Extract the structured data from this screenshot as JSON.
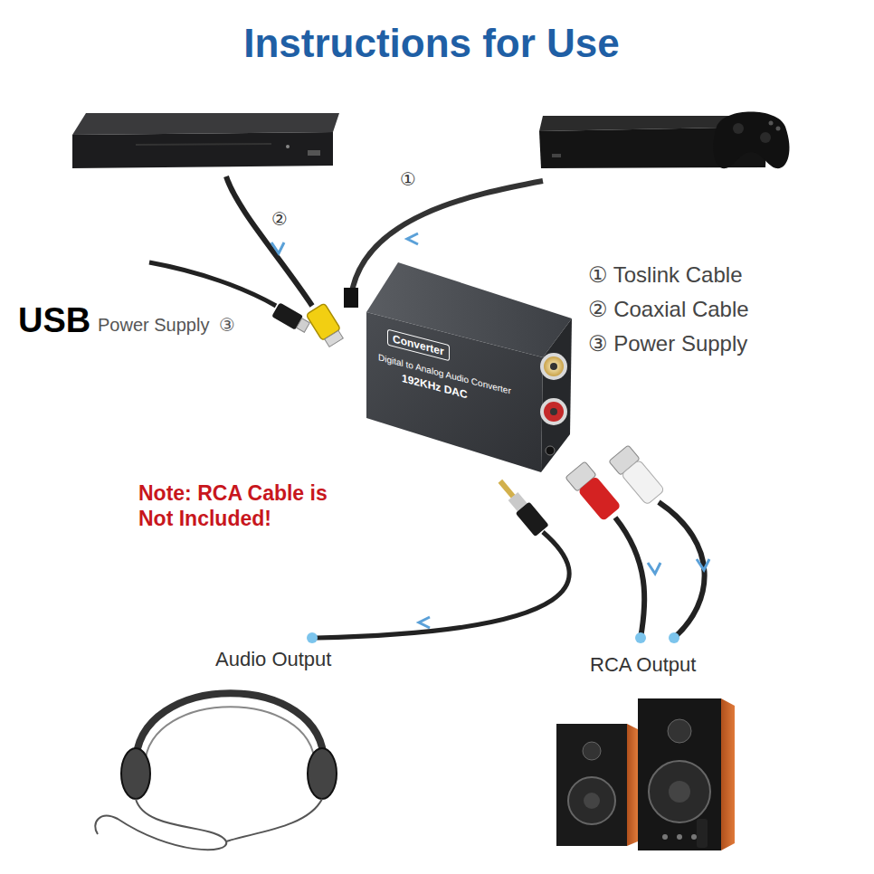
{
  "diagram": {
    "title": "Instructions for Use",
    "nodes": [
      {
        "text": [
          "Converter",
          "Digital to Analog Audio Converter",
          "192KHz DAC"
        ]
      }
    ],
    "labels": [
      "①",
      "②",
      "USB",
      "Power Supply",
      "③",
      "① Toslink Cable",
      "② Coaxial Cable",
      "③ Power Supply",
      "Note: RCA Cable is Not Included!",
      "Audio Output",
      "RCA Output"
    ]
  }
}
